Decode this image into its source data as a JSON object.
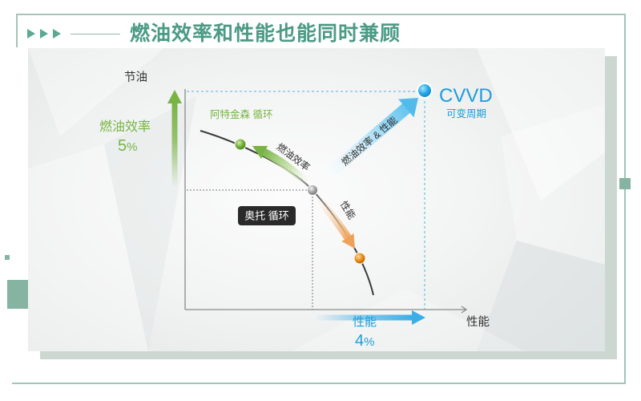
{
  "title": {
    "marker_icon": "triangle-right-icon",
    "text": "燃油效率和性能也能同时兼顾"
  },
  "diagram": {
    "y_axis_label": "节油",
    "x_axis_label": "性能",
    "atkinson_label": "阿特金森 循环",
    "otto_label": "奥托 循环",
    "cvvd": {
      "label": "CVVD",
      "sublabel": "可变周期"
    },
    "arrow_labels": {
      "fuel_efficiency": "燃油效率",
      "performance": "性能",
      "combined": "燃油效率 & 性能"
    },
    "fuel_efficiency_gain": {
      "label": "燃油效率",
      "value": "5",
      "unit": "%"
    },
    "performance_gain": {
      "label": "性能",
      "value": "4",
      "unit": "%"
    }
  },
  "colors": {
    "accent": "#4a9a84",
    "frame": "#a3c4b7",
    "fuel_green": "#78b443",
    "cvvd_blue": "#1c9ddc",
    "performance_orange": "#e88a12"
  }
}
